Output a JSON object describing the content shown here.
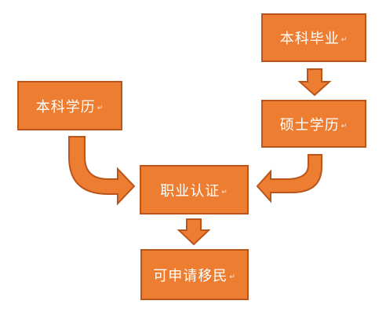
{
  "colors": {
    "box_fill": "#ed7d31",
    "box_border": "#b9561c",
    "arrow_fill": "#ed7d31",
    "arrow_border": "#b9561c",
    "text": "#ffffff"
  },
  "nodes": {
    "bachelor_graduation": "本科毕业",
    "bachelor_degree": "本科学历",
    "master_degree": "硕士学历",
    "professional_certification": "职业认证",
    "eligible_immigration": "可申请移民"
  },
  "paragraph_mark": "↵",
  "edges": [
    {
      "from": "本科毕业",
      "to": "硕士学历"
    },
    {
      "from": "本科学历",
      "to": "职业认证"
    },
    {
      "from": "硕士学历",
      "to": "职业认证"
    },
    {
      "from": "职业认证",
      "to": "可申请移民"
    }
  ]
}
